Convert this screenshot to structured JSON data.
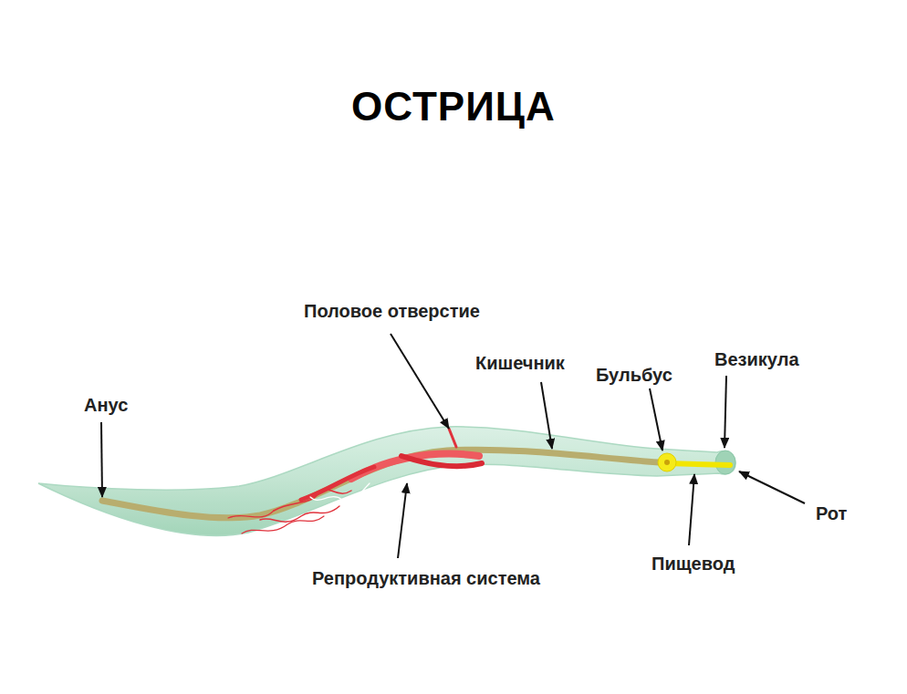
{
  "diagram": {
    "title": "ОСТРИЦА",
    "labels": [
      "Половое отверстие",
      "Кишечник",
      "Бульбус",
      "Везикула",
      "Анус",
      "Рот",
      "Репродуктивная система",
      "Пищевод"
    ]
  }
}
